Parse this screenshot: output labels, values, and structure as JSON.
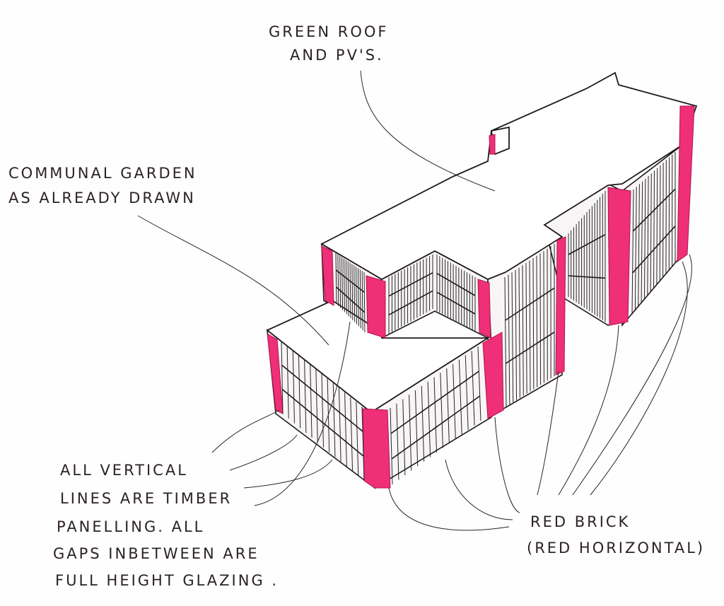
{
  "annotations": {
    "green_roof": [
      "GREEN ROOF",
      "AND PV'S."
    ],
    "communal_garden": [
      "COMMUNAL GARDEN",
      "AS ALREADY DRAWN"
    ],
    "timber": [
      "ALL VERTICAL",
      "LINES ARE TIMBER",
      "PANELLING. ALL",
      "GAPS INBETWEEN ARE",
      "FULL HEIGHT GLAZING ."
    ],
    "red_brick": [
      "RED BRICK",
      "(RED HORIZONTAL)"
    ]
  },
  "colors": {
    "ink": "#1e1a1b",
    "brick": "#ef2f78",
    "paper": "#fefefe"
  }
}
